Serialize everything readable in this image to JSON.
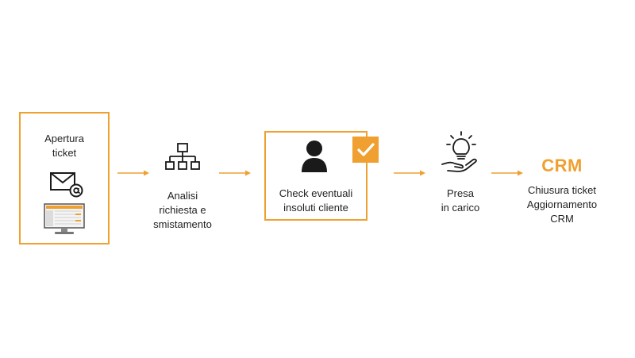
{
  "colors": {
    "accent": "#F0A030",
    "icon": "#1a1a1a"
  },
  "steps": [
    {
      "label": "Apertura\nticket",
      "icons": [
        "email-at-icon",
        "monitor-icon"
      ]
    },
    {
      "label": "Analisi\nrichiesta e\nsmistamento",
      "icons": [
        "hierarchy-icon"
      ]
    },
    {
      "label": "Check eventuali\ninsoluti cliente",
      "icons": [
        "user-icon",
        "checkmark-badge-icon"
      ]
    },
    {
      "label": "Presa\nin carico",
      "icons": [
        "lightbulb-hand-icon"
      ]
    },
    {
      "label": "Chiusura ticket\nAggiornamento\nCRM",
      "logo": "CRM"
    }
  ]
}
